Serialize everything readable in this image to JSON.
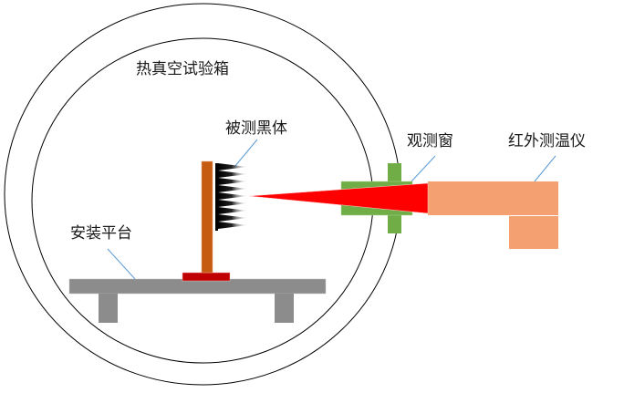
{
  "diagram": {
    "title": "热真空试验箱",
    "labels": {
      "blackbody": "被测黑体",
      "window": "观测窗",
      "thermometer": "红外测温仪",
      "platform": "安装平台"
    },
    "colors": {
      "outline": "#000000",
      "leader_line": "#5b9bd5",
      "stand": "#c55a11",
      "base_plate": "#c00000",
      "platform": "#8c8c8c",
      "window": "#70ad47",
      "beam": "#ff0000",
      "thermometer": "#f4a070",
      "fins": "#000000"
    }
  }
}
